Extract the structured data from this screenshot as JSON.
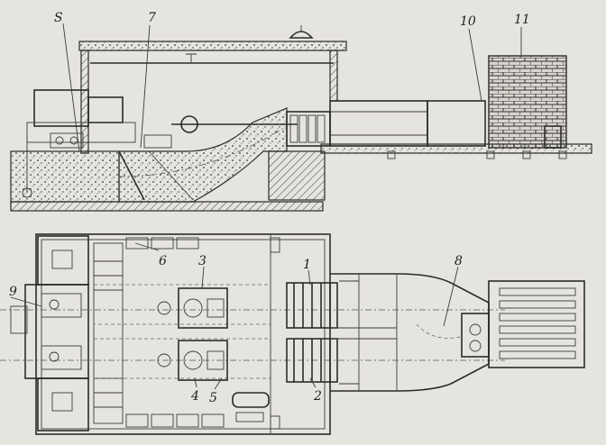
{
  "labels": {
    "l1": "1",
    "l2": "2",
    "l3": "3",
    "l4": "4",
    "l5": "5",
    "l6": "6",
    "l7": "7",
    "l8": "8",
    "l9": "9",
    "l10": "10",
    "l11": "11",
    "lS": "S"
  },
  "colors": {
    "ink": "#2b2b2b",
    "paper": "#e6e4de"
  }
}
